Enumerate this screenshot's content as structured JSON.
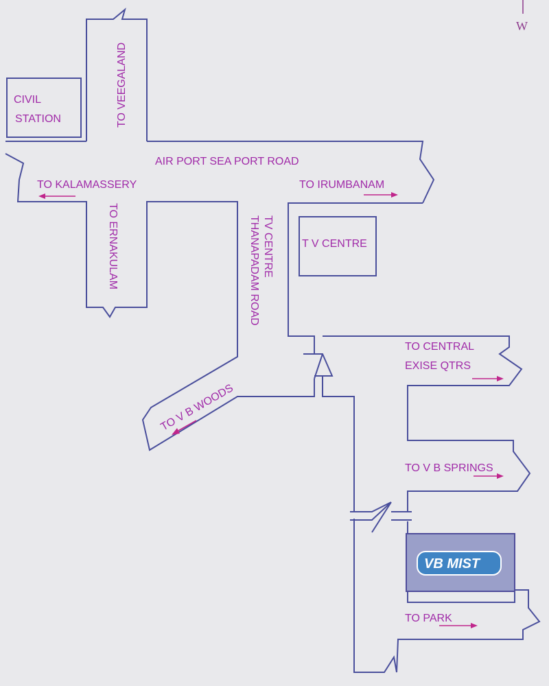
{
  "map": {
    "compass": "W",
    "labels": {
      "civil_station_1": "CIVIL",
      "civil_station_2": "STATION",
      "to_veegaland": "TO VEEGALAND",
      "airport_road": "AIR PORT SEA PORT ROAD",
      "to_kalamassery": "TO KALAMASSERY",
      "to_irumbanam": "TO IRUMBANAM",
      "to_ernakulam": "TO ERNAKULAM",
      "tv_centre_road_1": "TV CENTRE",
      "tv_centre_road_2": "THANAPADAM ROAD",
      "tv_centre_building": "T V CENTRE",
      "to_central_1": "TO CENTRAL",
      "to_central_2": "EXISE QTRS",
      "to_vb_woods": "TO V B WOODS",
      "to_vb_springs": "TO V B SPRINGS",
      "to_park": "TO PARK"
    },
    "marker": "VB MIST",
    "colors": {
      "background": "#e9e9ec",
      "road_line": "#4a4f9c",
      "label": "#a02aa8",
      "arrow": "#c0268c",
      "marker_fill": "#3f84c4"
    }
  }
}
